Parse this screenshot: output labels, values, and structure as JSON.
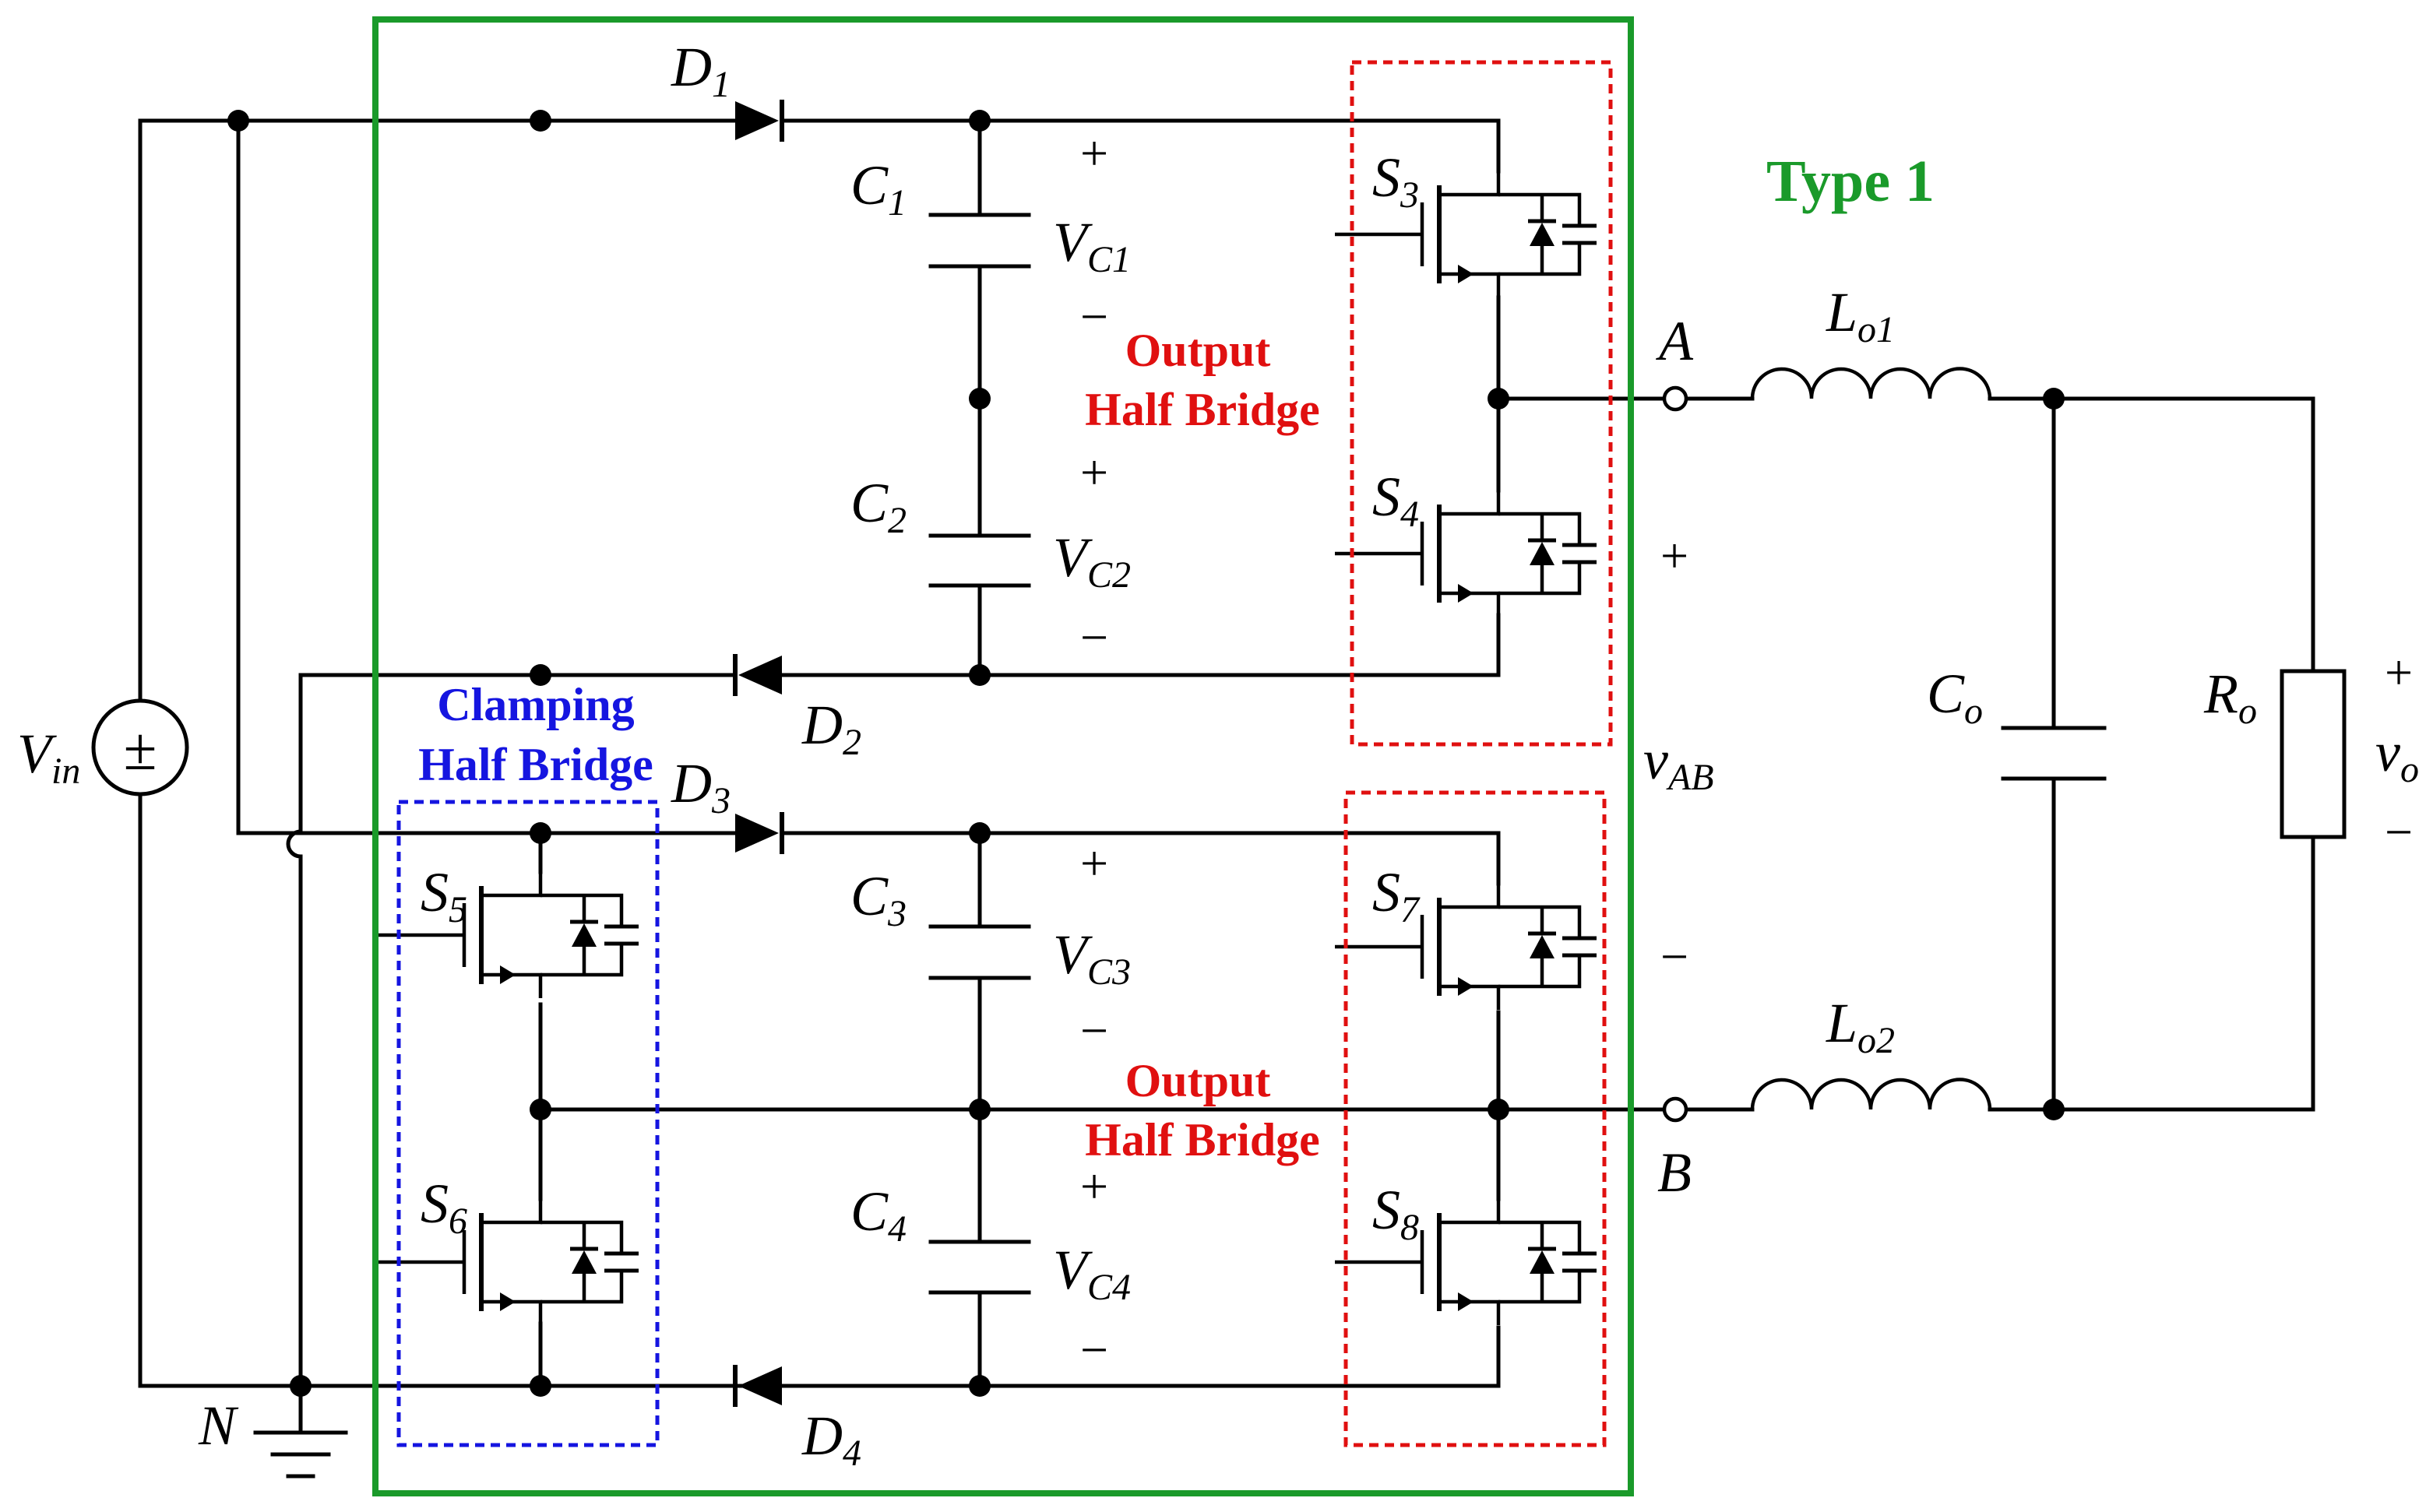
{
  "title": "Type 1",
  "colors": {
    "outline_green": "#1a9a2a",
    "output_red": "#e01010",
    "clamp_blue": "#1515e0",
    "wire": "#000000"
  },
  "source": {
    "name": "V",
    "sub": "in",
    "symbol": "±"
  },
  "ground_label": "N",
  "diodes": [
    {
      "name": "D",
      "sub": "1"
    },
    {
      "name": "D",
      "sub": "2"
    },
    {
      "name": "D",
      "sub": "3"
    },
    {
      "name": "D",
      "sub": "4"
    }
  ],
  "capacitors": [
    {
      "name": "C",
      "sub": "1",
      "v": "V",
      "vsub": "C1"
    },
    {
      "name": "C",
      "sub": "2",
      "v": "V",
      "vsub": "C2"
    },
    {
      "name": "C",
      "sub": "3",
      "v": "V",
      "vsub": "C3"
    },
    {
      "name": "C",
      "sub": "4",
      "v": "V",
      "vsub": "C4"
    }
  ],
  "switches": [
    {
      "name": "S",
      "sub": "3"
    },
    {
      "name": "S",
      "sub": "4"
    },
    {
      "name": "S",
      "sub": "5"
    },
    {
      "name": "S",
      "sub": "6"
    },
    {
      "name": "S",
      "sub": "7"
    },
    {
      "name": "S",
      "sub": "8"
    }
  ],
  "blocks": {
    "output_upper": [
      "Output",
      "Half Bridge"
    ],
    "output_lower": [
      "Output",
      "Half Bridge"
    ],
    "clamping": [
      "Clamping",
      "Half Bridge"
    ]
  },
  "terminals": {
    "a": "A",
    "b": "B",
    "vab": "v",
    "vab_sub": "AB"
  },
  "filter": {
    "lo1": {
      "name": "L",
      "sub": "o1"
    },
    "lo2": {
      "name": "L",
      "sub": "o2"
    },
    "co": {
      "name": "C",
      "sub": "o"
    },
    "ro": {
      "name": "R",
      "sub": "o"
    },
    "vo": {
      "name": "v",
      "sub": "o"
    }
  },
  "signs": {
    "plus": "+",
    "minus": "−"
  }
}
